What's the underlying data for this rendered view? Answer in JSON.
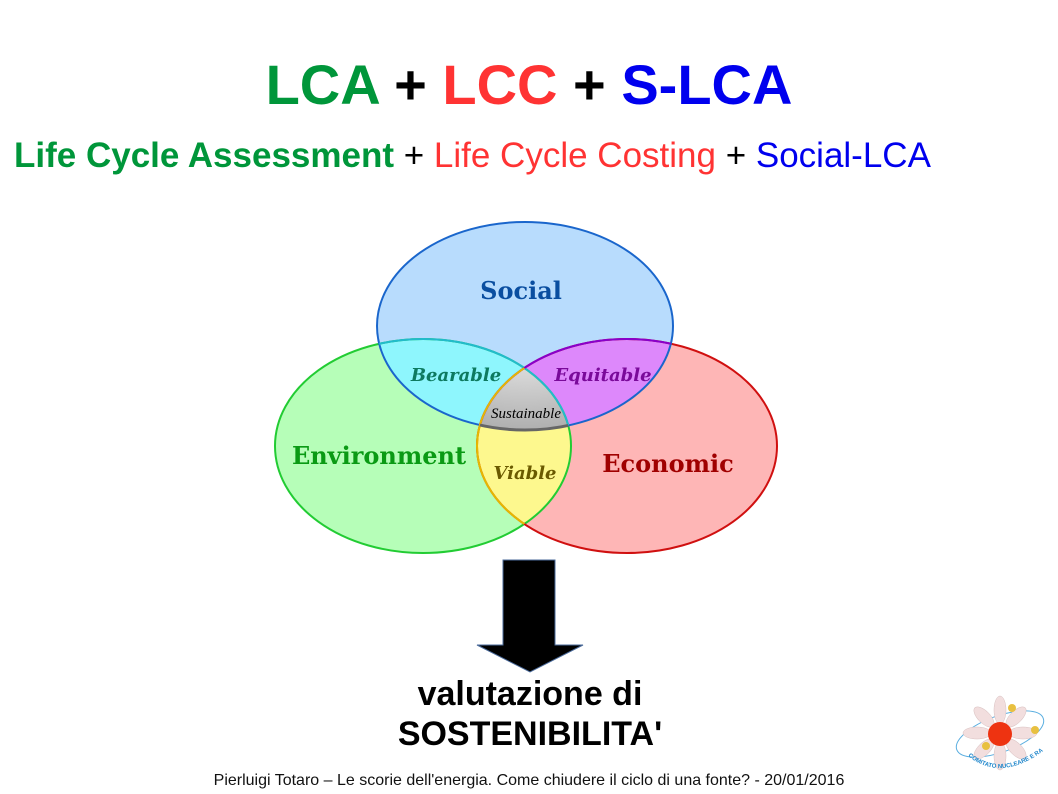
{
  "title": {
    "lca": "LCA",
    "plus1": " + ",
    "lcc": "LCC",
    "plus2": " + ",
    "slca": "S-LCA"
  },
  "subtitle": {
    "lca": "Life Cycle Assessment",
    "plus1": " + ",
    "lcc": "Life Cycle Costing",
    "plus2": " + ",
    "slca": "Social-LCA"
  },
  "colors": {
    "green": "#00963a",
    "red": "#ff3333",
    "blue": "#0000ee"
  },
  "venn": {
    "social": "Social",
    "environment": "Environment",
    "economic": "Economic",
    "bearable": "Bearable",
    "equitable": "Equitable",
    "viable": "Viable",
    "sustainable": "Sustainable"
  },
  "result": {
    "line1": "valutazione di",
    "line2": "SOSTENIBILITA'"
  },
  "footer": "Pierluigi Totaro – Le scorie dell'energia. Come chiudere il ciclo di una fonte? - 20/01/2016",
  "logo": {
    "text": "COMITATO NUCLEARE E RAGIONE"
  }
}
